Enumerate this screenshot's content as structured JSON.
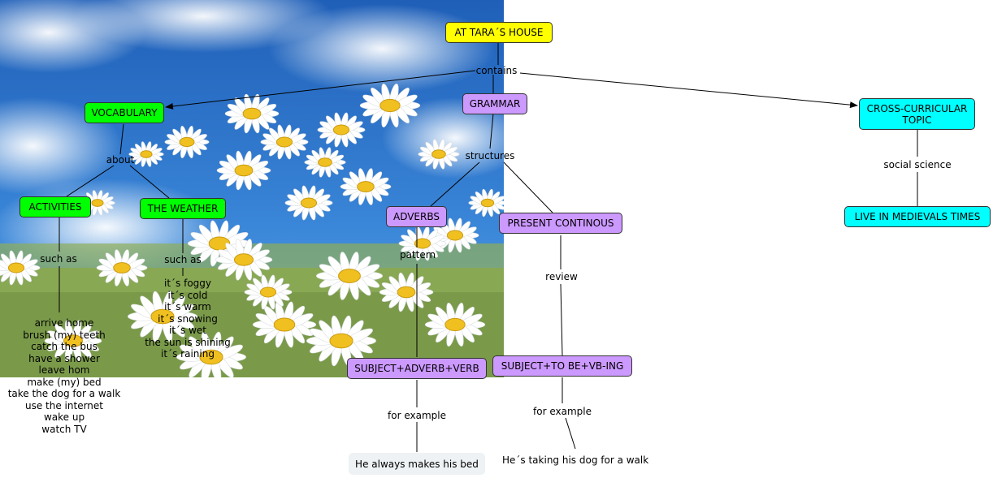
{
  "nodes": {
    "root": "AT TARA´S HOUSE",
    "vocabulary": "VOCABULARY",
    "grammar": "GRAMMAR",
    "cross": "CROSS-CURRICULAR TOPIC",
    "activities": "ACTIVITIES",
    "weather": "THE WEATHER",
    "adverbs": "ADVERBS",
    "present": "PRESENT CONTINOUS",
    "medieval": "LIVE IN MEDIEVALS TIMES",
    "subj_adv": "SUBJECT+ADVERB+VERB",
    "subj_be": "SUBJECT+TO BE+VB-ING",
    "example1": "He always makes his bed",
    "example2": "He´s taking his dog for a walk"
  },
  "links": {
    "contains": "contains",
    "about": "about",
    "structures": "structures",
    "social": "social science",
    "such_as_1": "such as",
    "such_as_2": "such as",
    "pattern": "pattern",
    "review": "review",
    "for_example_1": "for example",
    "for_example_2": "for example"
  },
  "activities_list": [
    "arrive home",
    "brush (my) teeth",
    "catch the bus",
    "have a shower",
    "leave hom",
    "make (my) bed",
    "take the dog for a walk",
    "use the internet",
    "wake up",
    "watch TV"
  ],
  "weather_list": [
    "it´s foggy",
    "it´s cold",
    "it´s warm",
    "it´s snowing",
    "it´s wet",
    "the sun is shining",
    "it´s raining"
  ],
  "colors": {
    "root": "#ffff00",
    "vocab": "#00ff00",
    "grammar": "#cc99ff",
    "topic": "#00ffff",
    "example": "#eef2f4",
    "sky": "#2a6fc9"
  }
}
